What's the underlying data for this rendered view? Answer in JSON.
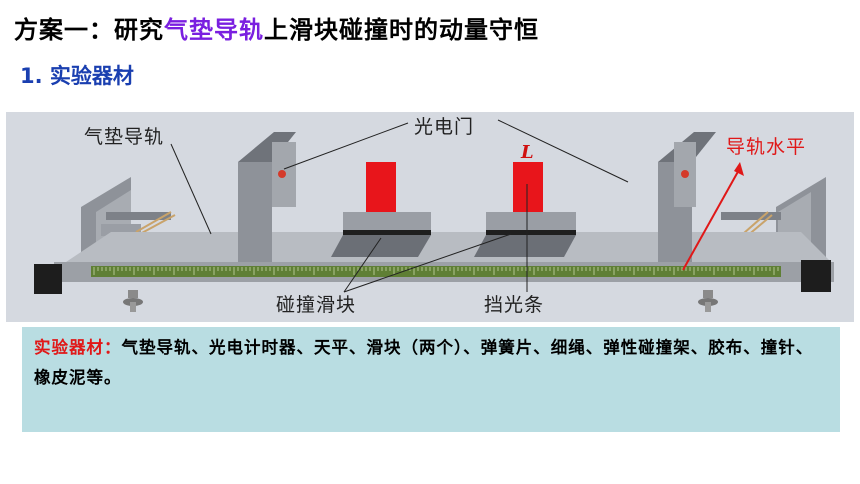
{
  "title": {
    "prefix": "方案一：研究",
    "highlight": "气垫导轨",
    "suffix": "上滑块碰撞时的动量守恒"
  },
  "section": {
    "heading": "1. 实验器材"
  },
  "figure": {
    "labels": {
      "air_track": "气垫导轨",
      "photogate": "光电门",
      "track_level": "导轨水平",
      "slider": "碰撞滑块",
      "shading_strip": "挡光条",
      "length_symbol": "L"
    }
  },
  "materials": {
    "label": "实验器材：",
    "text": "气垫导轨、光电计时器、天平、滑块（两个）、弹簧片、细绳、弹性碰撞架、胶布、撞针、橡皮泥等。"
  },
  "colors": {
    "highlight": "#7a1fe0",
    "heading": "#1a3fb0",
    "red": "#e01818",
    "textbox_bg": "#b9dde2"
  }
}
